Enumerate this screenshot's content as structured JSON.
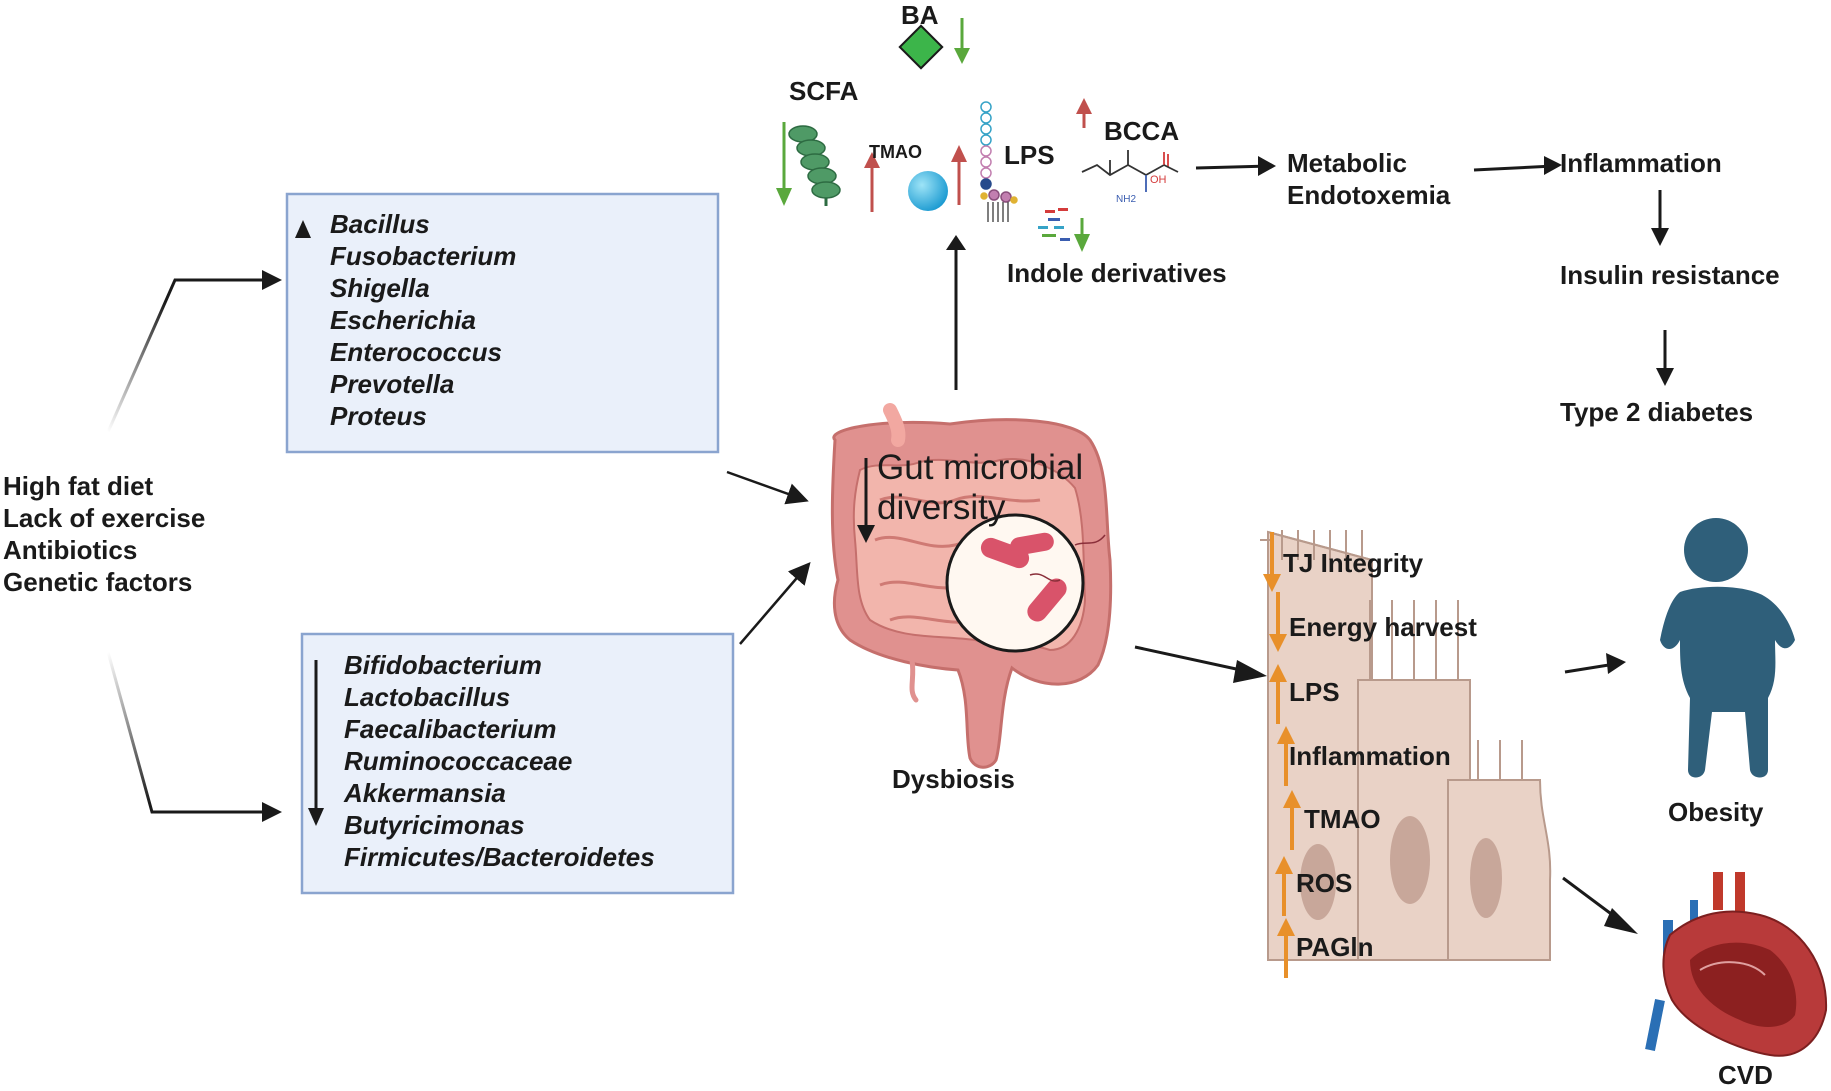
{
  "colors": {
    "up_arrow": "#c0504d",
    "down_arrow": "#5aa83c",
    "orange_arrow": "#e8902a",
    "box_fill": "#eaf0fa",
    "box_border": "#8aa4cf",
    "obesity_figure": "#2f5f7a",
    "gut": "#e0918f",
    "cell": "#e9d2c6"
  },
  "risk_factors": [
    "High fat diet",
    "Lack of exercise",
    "Antibiotics",
    "Genetic factors"
  ],
  "increased_bacteria": [
    "Bacillus",
    "Fusobacterium",
    "Shigella",
    "Escherichia",
    "Enterococcus",
    "Prevotella",
    "Proteus"
  ],
  "decreased_bacteria": [
    "Bifidobacterium",
    "Lactobacillus",
    "Faecalibacterium",
    "Ruminococcaceae",
    "Akkermansia",
    "Butyricimonas",
    "Firmicutes/Bacteroidetes"
  ],
  "gut": {
    "label": "Gut microbial diversity",
    "caption": "Dysbiosis"
  },
  "metabolites": {
    "ba": "BA",
    "scfa": "SCFA",
    "tmao": "TMAO",
    "lps": "LPS",
    "bcca": "BCCA",
    "indole": "Indole derivatives",
    "oh_label": "OH",
    "nh2_label": "NH2"
  },
  "pathway": {
    "metabolic_endotoxemia": [
      "Metabolic",
      "Endotoxemia"
    ],
    "inflammation": "Inflammation",
    "insulin_resistance": "Insulin resistance",
    "type2_diabetes": "Type 2 diabetes"
  },
  "intestinal_effects": [
    "TJ Integrity",
    "Energy harvest",
    "LPS",
    "Inflammation",
    "TMAO",
    "ROS",
    "PAGln"
  ],
  "intestinal_effect_directions": [
    "down",
    "down",
    "up",
    "up",
    "up",
    "up",
    "up"
  ],
  "outcomes": {
    "obesity": "Obesity",
    "cvd": "CVD"
  },
  "icons": [
    "ba-diamond-icon",
    "scfa-icon",
    "tmao-sphere-icon",
    "lps-chain-icon",
    "bcca-molecule-icon",
    "indole-icon",
    "gut-icon",
    "bacteria-magnifier-icon",
    "epithelial-cells-icon",
    "person-icon",
    "heart-icon"
  ]
}
